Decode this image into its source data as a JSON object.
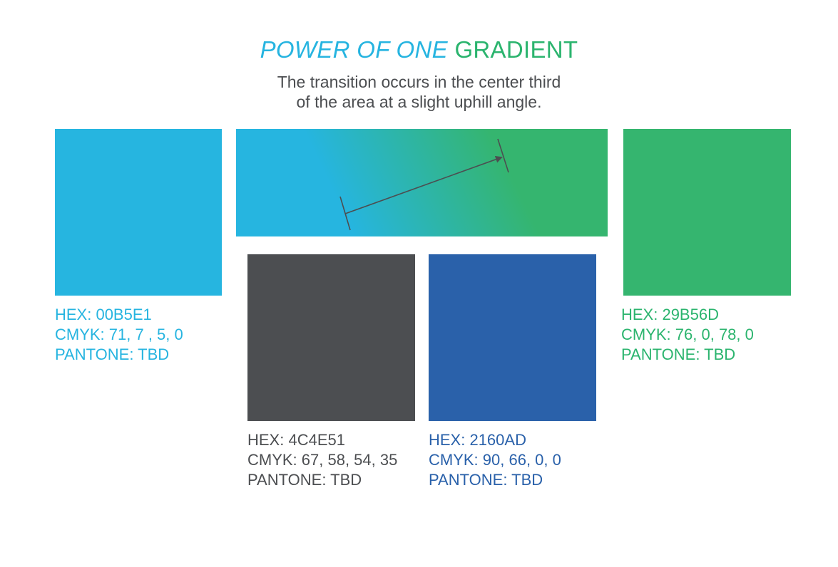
{
  "title": {
    "italic_part": "POWER OF ONE",
    "regular_part": " GRADIENT"
  },
  "subtitle": {
    "line1": "The transition occurs in the center third",
    "line2": "of the area at a slight uphill angle."
  },
  "colors": {
    "title_italic": "#26B4E0",
    "title_regular": "#2BB46E",
    "text_gray": "#4C4E51"
  },
  "swatches": [
    {
      "name": "blue",
      "fill": "#26B5E0",
      "text_color": "#26B4E0",
      "hex": "HEX: 00B5E1",
      "cmyk": "CMYK: 71, 7 , 5, 0",
      "pantone": "PANTONE: TBD"
    },
    {
      "name": "green",
      "fill": "#35B56F",
      "text_color": "#2BB46E",
      "hex": "HEX: 29B56D",
      "cmyk": "CMYK: 76, 0, 78, 0",
      "pantone": "PANTONE: TBD"
    },
    {
      "name": "gray",
      "fill": "#4C4E51",
      "text_color": "#4C4E51",
      "hex": "HEX: 4C4E51",
      "cmyk": "CMYK: 67, 58, 54, 35",
      "pantone": "PANTONE: TBD"
    },
    {
      "name": "navy",
      "fill": "#2A61AA",
      "text_color": "#2A61AA",
      "hex": "HEX: 2160AD",
      "cmyk": "CMYK: 90, 66, 0, 0",
      "pantone": "PANTONE: TBD"
    }
  ],
  "gradient": {
    "start_color": "#26B5E0",
    "end_color": "#35B56F",
    "arrow_color": "#4C4E51"
  }
}
